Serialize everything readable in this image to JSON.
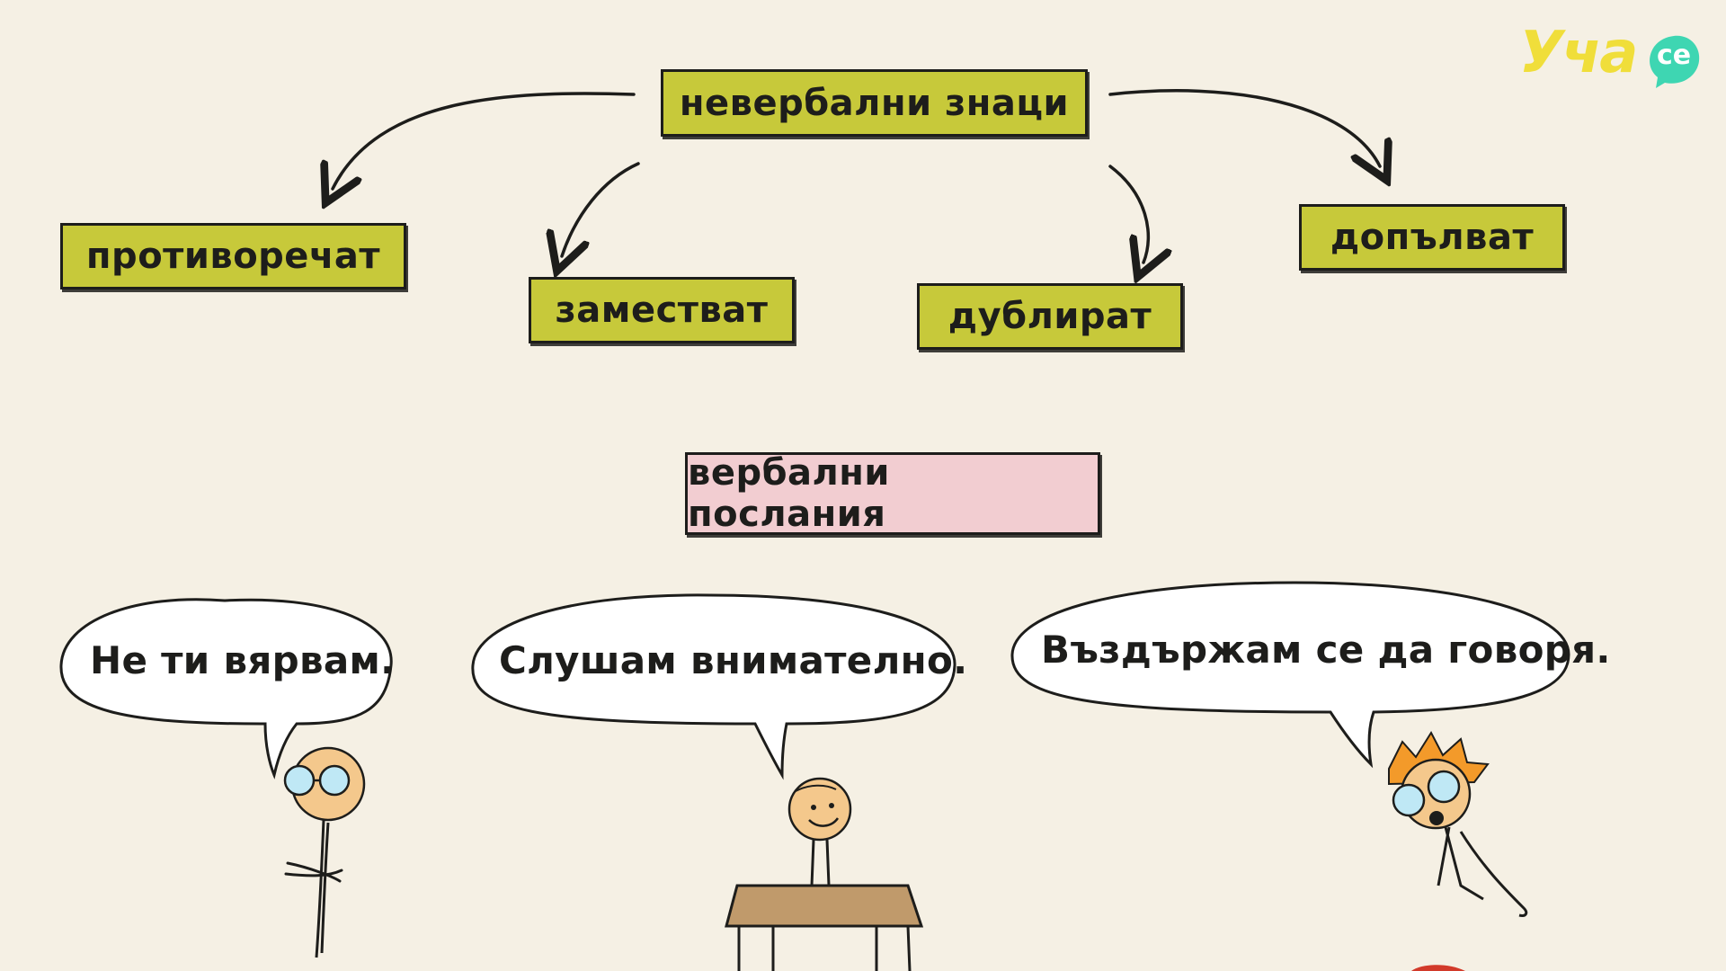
{
  "logo": {
    "text": "Уча",
    "badge": "се",
    "color": "#f0de3a",
    "badge_color": "#3ed6b2"
  },
  "diagram": {
    "root": {
      "label": "невербални знаци",
      "color": "#c7c93a"
    },
    "branches": [
      {
        "label": "противоречат"
      },
      {
        "label": "заместват"
      },
      {
        "label": "дублират"
      },
      {
        "label": "допълват"
      }
    ],
    "center": {
      "label": "вербални послания",
      "color": "#f2cdd1"
    }
  },
  "speech": [
    {
      "text": "Не ти вярвам."
    },
    {
      "text": "Слушам внимателно."
    },
    {
      "text": "Въздържам се да говоря."
    }
  ]
}
